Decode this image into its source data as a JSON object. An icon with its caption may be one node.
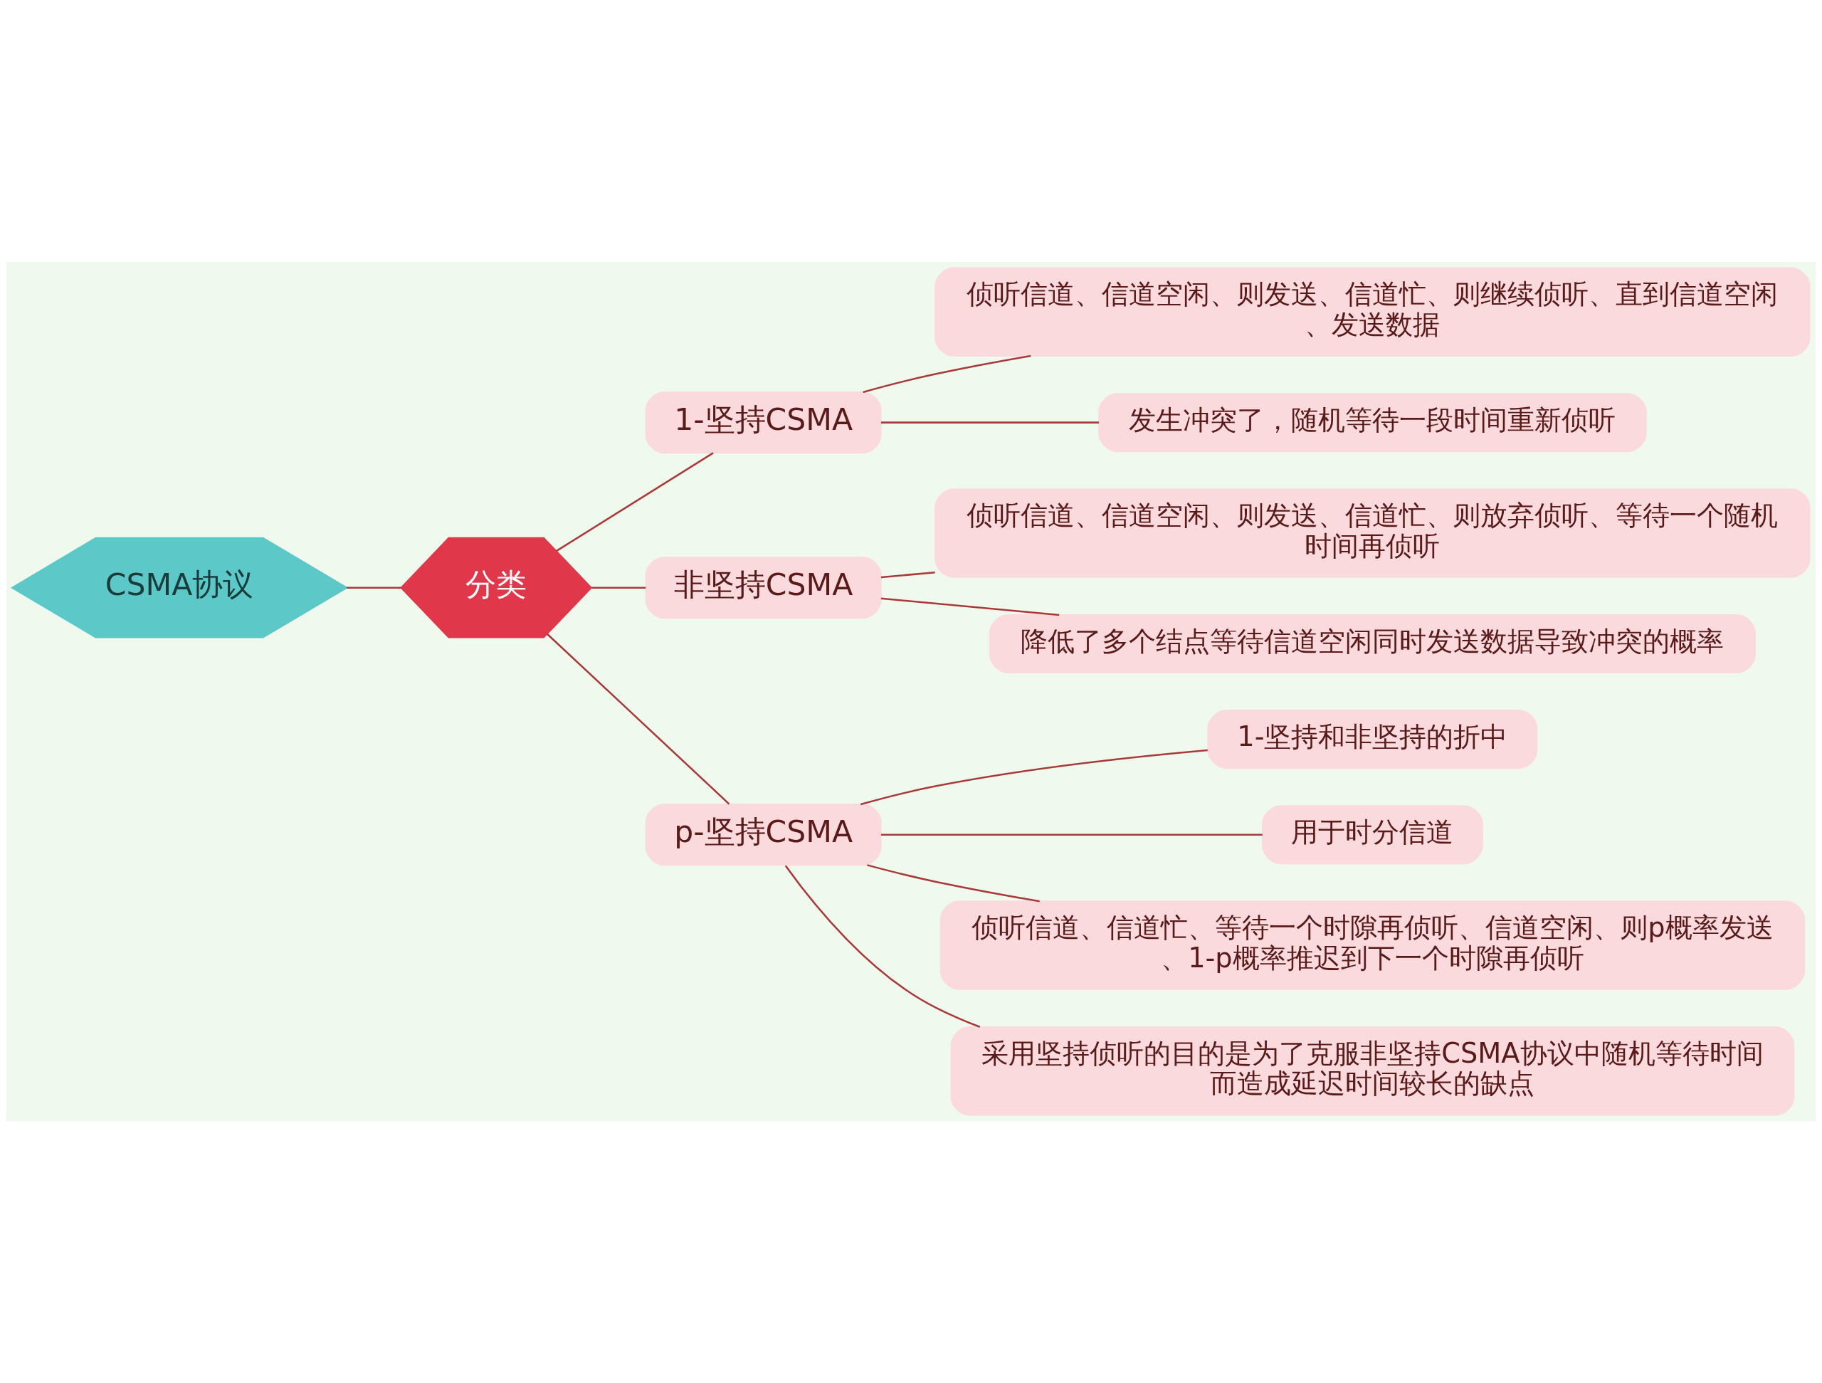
{
  "diagram": {
    "nodes": [
      {
        "text": [
          "CSMA协议"
        ]
      },
      {
        "text": [
          "分类"
        ]
      },
      {
        "text": [
          "1-坚持CSMA"
        ]
      },
      {
        "text": [
          "侦听信道、信道空闲、则发送、信道忙、则继续侦听、直到信道空闲、发送数据"
        ]
      },
      {
        "text": [
          "发生冲突了，随机等待一段时间重新侦听"
        ]
      },
      {
        "text": [
          "非坚持CSMA"
        ]
      },
      {
        "text": [
          "侦听信道、信道空闲、则发送、信道忙、则放弃侦听、等待一个随机时间再侦听"
        ]
      },
      {
        "text": [
          "降低了多个结点等待信道空闲同时发送数据导致冲突的概率"
        ]
      },
      {
        "text": [
          "p-坚持CSMA"
        ]
      },
      {
        "text": [
          "1-坚持和非坚持的折中"
        ]
      },
      {
        "text": [
          "用于时分信道"
        ]
      },
      {
        "text": [
          "侦听信道、信道忙、等待一个时隙再侦听、信道空闲、则p概率发送、1-p概率推迟到下一个时隙再侦听"
        ]
      },
      {
        "text": [
          "采用坚持侦听的目的是为了克服非坚持CSMA协议中随机等待时间而造成延迟时间较长的缺点"
        ]
      }
    ],
    "edges": [
      {
        "from": 0,
        "to": 1,
        "arrow": "none"
      },
      {
        "from": 1,
        "to": 2,
        "arrow": "none"
      },
      {
        "from": 2,
        "to": 3,
        "arrow": "none"
      },
      {
        "from": 2,
        "to": 4,
        "arrow": "none"
      },
      {
        "from": 1,
        "to": 5,
        "arrow": "none"
      },
      {
        "from": 5,
        "to": 6,
        "arrow": "none"
      },
      {
        "from": 5,
        "to": 7,
        "arrow": "none"
      },
      {
        "from": 1,
        "to": 8,
        "arrow": "none"
      },
      {
        "from": 8,
        "to": 9,
        "arrow": "none"
      },
      {
        "from": 8,
        "to": 10,
        "arrow": "none"
      },
      {
        "from": 8,
        "to": 11,
        "arrow": "none"
      },
      {
        "from": 8,
        "to": 12,
        "arrow": "none"
      }
    ]
  }
}
